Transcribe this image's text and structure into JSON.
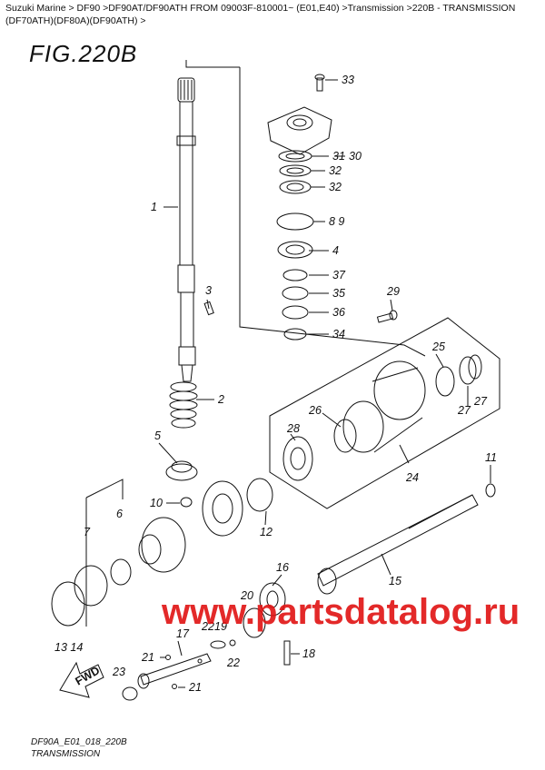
{
  "breadcrumb": {
    "line1": "Suzuki Marine > DF90 >DF90AT/DF90ATH FROM 09003F-810001~ (E01,E40) >Transmission >220B - TRANSMISSION",
    "line2": "(DF70ATH)(DF80A)(DF90ATH) >"
  },
  "figure_title": "FIG.220B",
  "watermark": "www.partsdatalog.ru",
  "fwd_label": "FWD",
  "callouts": {
    "c1": "1",
    "c2": "2",
    "c3": "3",
    "c4": "4",
    "c5": "5",
    "c6": "6",
    "c7": "7",
    "c89": "8 9",
    "c10": "10",
    "c11": "11",
    "c12": "12",
    "c1314": "13 14",
    "c15": "15",
    "c16": "16",
    "c17": "17",
    "c18": "18",
    "c19": "19",
    "c20": "20",
    "c21a": "21",
    "c21b": "21",
    "c22a": "22",
    "c22b": "22",
    "c23": "23",
    "c24": "24",
    "c25": "25",
    "c26": "26",
    "c27a": "27",
    "c27b": "27",
    "c28": "28",
    "c29": "29",
    "c30": "30",
    "c31": "31",
    "c32a": "32",
    "c32b": "32",
    "c33": "33",
    "c34": "34",
    "c35": "35",
    "c36": "36",
    "c37": "37"
  },
  "footer": {
    "code": "DF90A_E01_018_220B",
    "caption": "TRANSMISSION"
  }
}
